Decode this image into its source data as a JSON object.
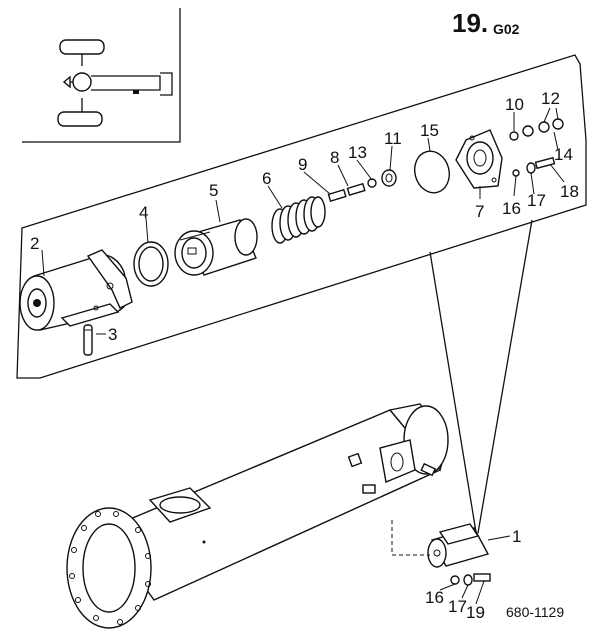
{
  "header": {
    "figure_number": "19.",
    "figure_code": "G02"
  },
  "reference_code": "680-1129",
  "callouts": [
    {
      "id": "c1",
      "text": "1"
    },
    {
      "id": "c2",
      "text": "2"
    },
    {
      "id": "c3",
      "text": "3"
    },
    {
      "id": "c4",
      "text": "4"
    },
    {
      "id": "c5",
      "text": "5"
    },
    {
      "id": "c6",
      "text": "6"
    },
    {
      "id": "c7",
      "text": "7"
    },
    {
      "id": "c8",
      "text": "8"
    },
    {
      "id": "c9",
      "text": "9"
    },
    {
      "id": "c10",
      "text": "10"
    },
    {
      "id": "c11",
      "text": "11"
    },
    {
      "id": "c12",
      "text": "12"
    },
    {
      "id": "c13",
      "text": "13"
    },
    {
      "id": "c14",
      "text": "14"
    },
    {
      "id": "c15",
      "text": "15"
    },
    {
      "id": "c16",
      "text": "16"
    },
    {
      "id": "c17",
      "text": "17"
    },
    {
      "id": "c18",
      "text": "18"
    },
    {
      "id": "c16b",
      "text": "16"
    },
    {
      "id": "c17b",
      "text": "17"
    },
    {
      "id": "c19",
      "text": "19"
    }
  ]
}
